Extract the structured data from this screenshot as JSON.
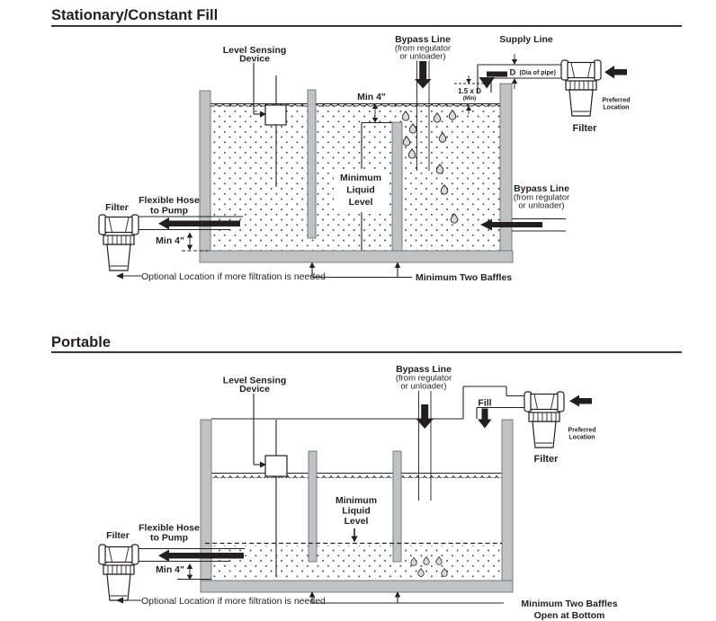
{
  "colors": {
    "line": "#231f20",
    "wall_gray": "#c0c2c4",
    "droplet_gray": "#d9dadb",
    "background": "#ffffff"
  },
  "s1": {
    "title": "Stationary/Constant Fill",
    "level_sensing": [
      "Level Sensing",
      "Device"
    ],
    "bypass_top": [
      "Bypass Line",
      "(from regulator",
      "or unloader)"
    ],
    "supply": "Supply Line",
    "dia_d": "D",
    "dia_note": "(Dia of pipe)",
    "clearance": "1.5 x D",
    "clearance_min": "(Min)",
    "min4_surface": "Min 4\"",
    "preferred": [
      "Preferred",
      "Location"
    ],
    "filter_right": "Filter",
    "bypass_right": [
      "Bypass Line",
      "(from regulator",
      "or unloader)"
    ],
    "min_liquid": [
      "Minimum",
      "Liquid",
      "Level"
    ],
    "flexible_hose": [
      "Flexible Hose",
      "to Pump"
    ],
    "filter_left": "Filter",
    "min4_hose": "Min 4\"",
    "optional": "Optional Location if more filtration is needed",
    "baffles": "Minimum Two Baffles"
  },
  "s2": {
    "title": "Portable",
    "level_sensing": [
      "Level Sensing",
      "Device"
    ],
    "bypass_top": [
      "Bypass Line",
      "(from regulator",
      "or unloader)"
    ],
    "fill": "Fill",
    "preferred": [
      "Preferred",
      "Location"
    ],
    "filter_right": "Filter",
    "min_liquid": [
      "Minimum",
      "Liquid",
      "Level"
    ],
    "flexible_hose": [
      "Flexible Hose",
      "to Pump"
    ],
    "filter_left": "Filter",
    "min4_hose": "Min 4\"",
    "optional": "Optional Location if more filtration is needed",
    "baffles": [
      "Minimum Two Baffles",
      "Open at Bottom"
    ]
  }
}
